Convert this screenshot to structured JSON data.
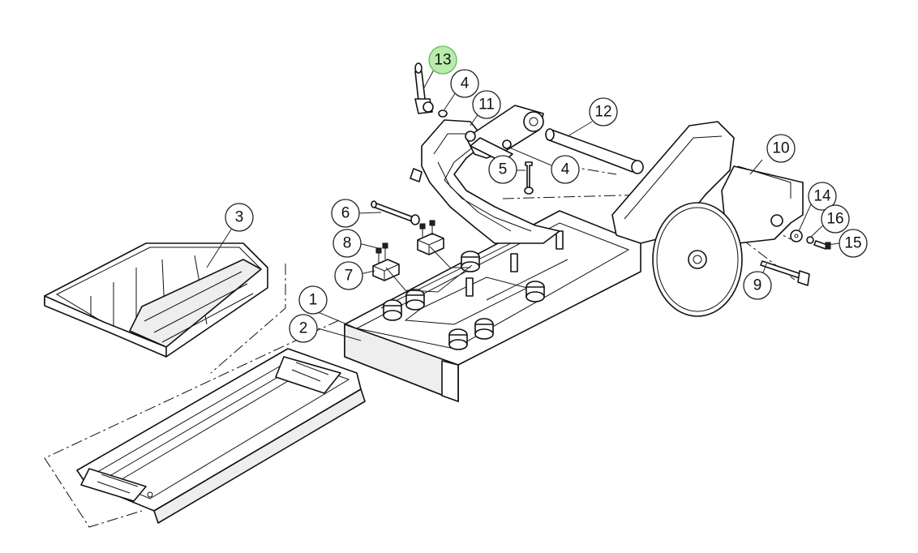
{
  "callouts": [
    {
      "label": "13",
      "highlighted": true
    },
    {
      "label": "4",
      "highlighted": false
    },
    {
      "label": "11",
      "highlighted": false
    },
    {
      "label": "12",
      "highlighted": false
    },
    {
      "label": "5",
      "highlighted": false
    },
    {
      "label": "4",
      "highlighted": false
    },
    {
      "label": "10",
      "highlighted": false
    },
    {
      "label": "14",
      "highlighted": false
    },
    {
      "label": "16",
      "highlighted": false
    },
    {
      "label": "15",
      "highlighted": false
    },
    {
      "label": "3",
      "highlighted": false
    },
    {
      "label": "6",
      "highlighted": false
    },
    {
      "label": "8",
      "highlighted": false
    },
    {
      "label": "7",
      "highlighted": false
    },
    {
      "label": "1",
      "highlighted": false
    },
    {
      "label": "2",
      "highlighted": false
    },
    {
      "label": "9",
      "highlighted": false
    }
  ],
  "colors": {
    "highlight_fill": "#b9ecac",
    "highlight_stroke": "#66b85a",
    "line": "#111111"
  }
}
